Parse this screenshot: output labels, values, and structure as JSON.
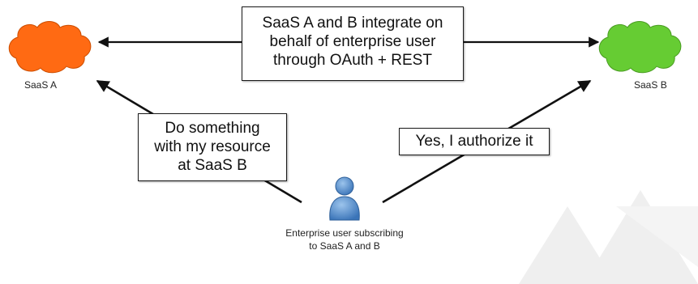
{
  "nodes": {
    "saas_a": {
      "label": "SaaS A",
      "color": "#ff6a13"
    },
    "saas_b": {
      "label": "SaaS B",
      "color": "#66cc33"
    },
    "user": {
      "caption_line1": "Enterprise user subscribing",
      "caption_line2": "to SaaS A and B",
      "icon": "user-icon",
      "color": "#4a86c5"
    }
  },
  "notes": {
    "integrate": {
      "line1": "SaaS A and B integrate on",
      "line2": "behalf of enterprise user",
      "line3": "through OAuth + REST"
    },
    "request": {
      "line1": "Do something",
      "line2": "with my resource",
      "line3": "at SaaS B"
    },
    "authorize": {
      "line1": "Yes, I authorize it"
    }
  },
  "colors": {
    "arrow": "#111111",
    "watermark": "#efefef"
  }
}
